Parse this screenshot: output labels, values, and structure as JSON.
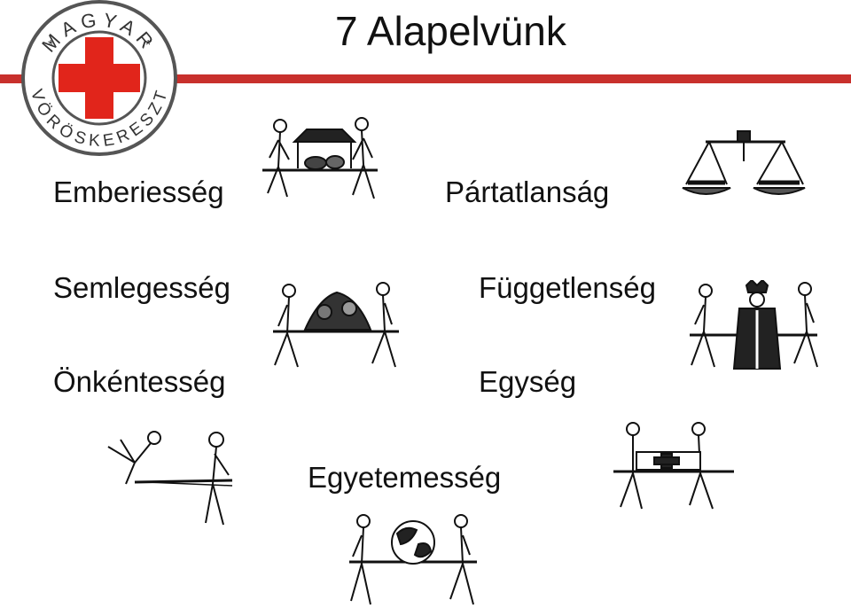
{
  "slide": {
    "title": "7 Alapelvünk",
    "accent_color": "#c8302c"
  },
  "logo": {
    "text": "MAGYAR VÖRÖSKERESZT",
    "top_text": "MAGYAR",
    "bottom_text": "VÖRÖSKERESZT",
    "cross_color": "#e1251b"
  },
  "principles": [
    {
      "label": "Emberiesség",
      "icon": "stretcher-market-stall-illustration"
    },
    {
      "label": "Pártatlanság",
      "icon": "balance-scale-illustration"
    },
    {
      "label": "Semlegesség",
      "icon": "stretcher-soldiers-illustration"
    },
    {
      "label": "Függetlenség",
      "icon": "stretcher-king-illustration"
    },
    {
      "label": "Önkéntesség",
      "icon": "stretcher-volunteer-illustration"
    },
    {
      "label": "Egység",
      "icon": "stretcher-red-cross-illustration"
    },
    {
      "label": "Egyetemesség",
      "icon": "stretcher-globe-illustration"
    }
  ]
}
